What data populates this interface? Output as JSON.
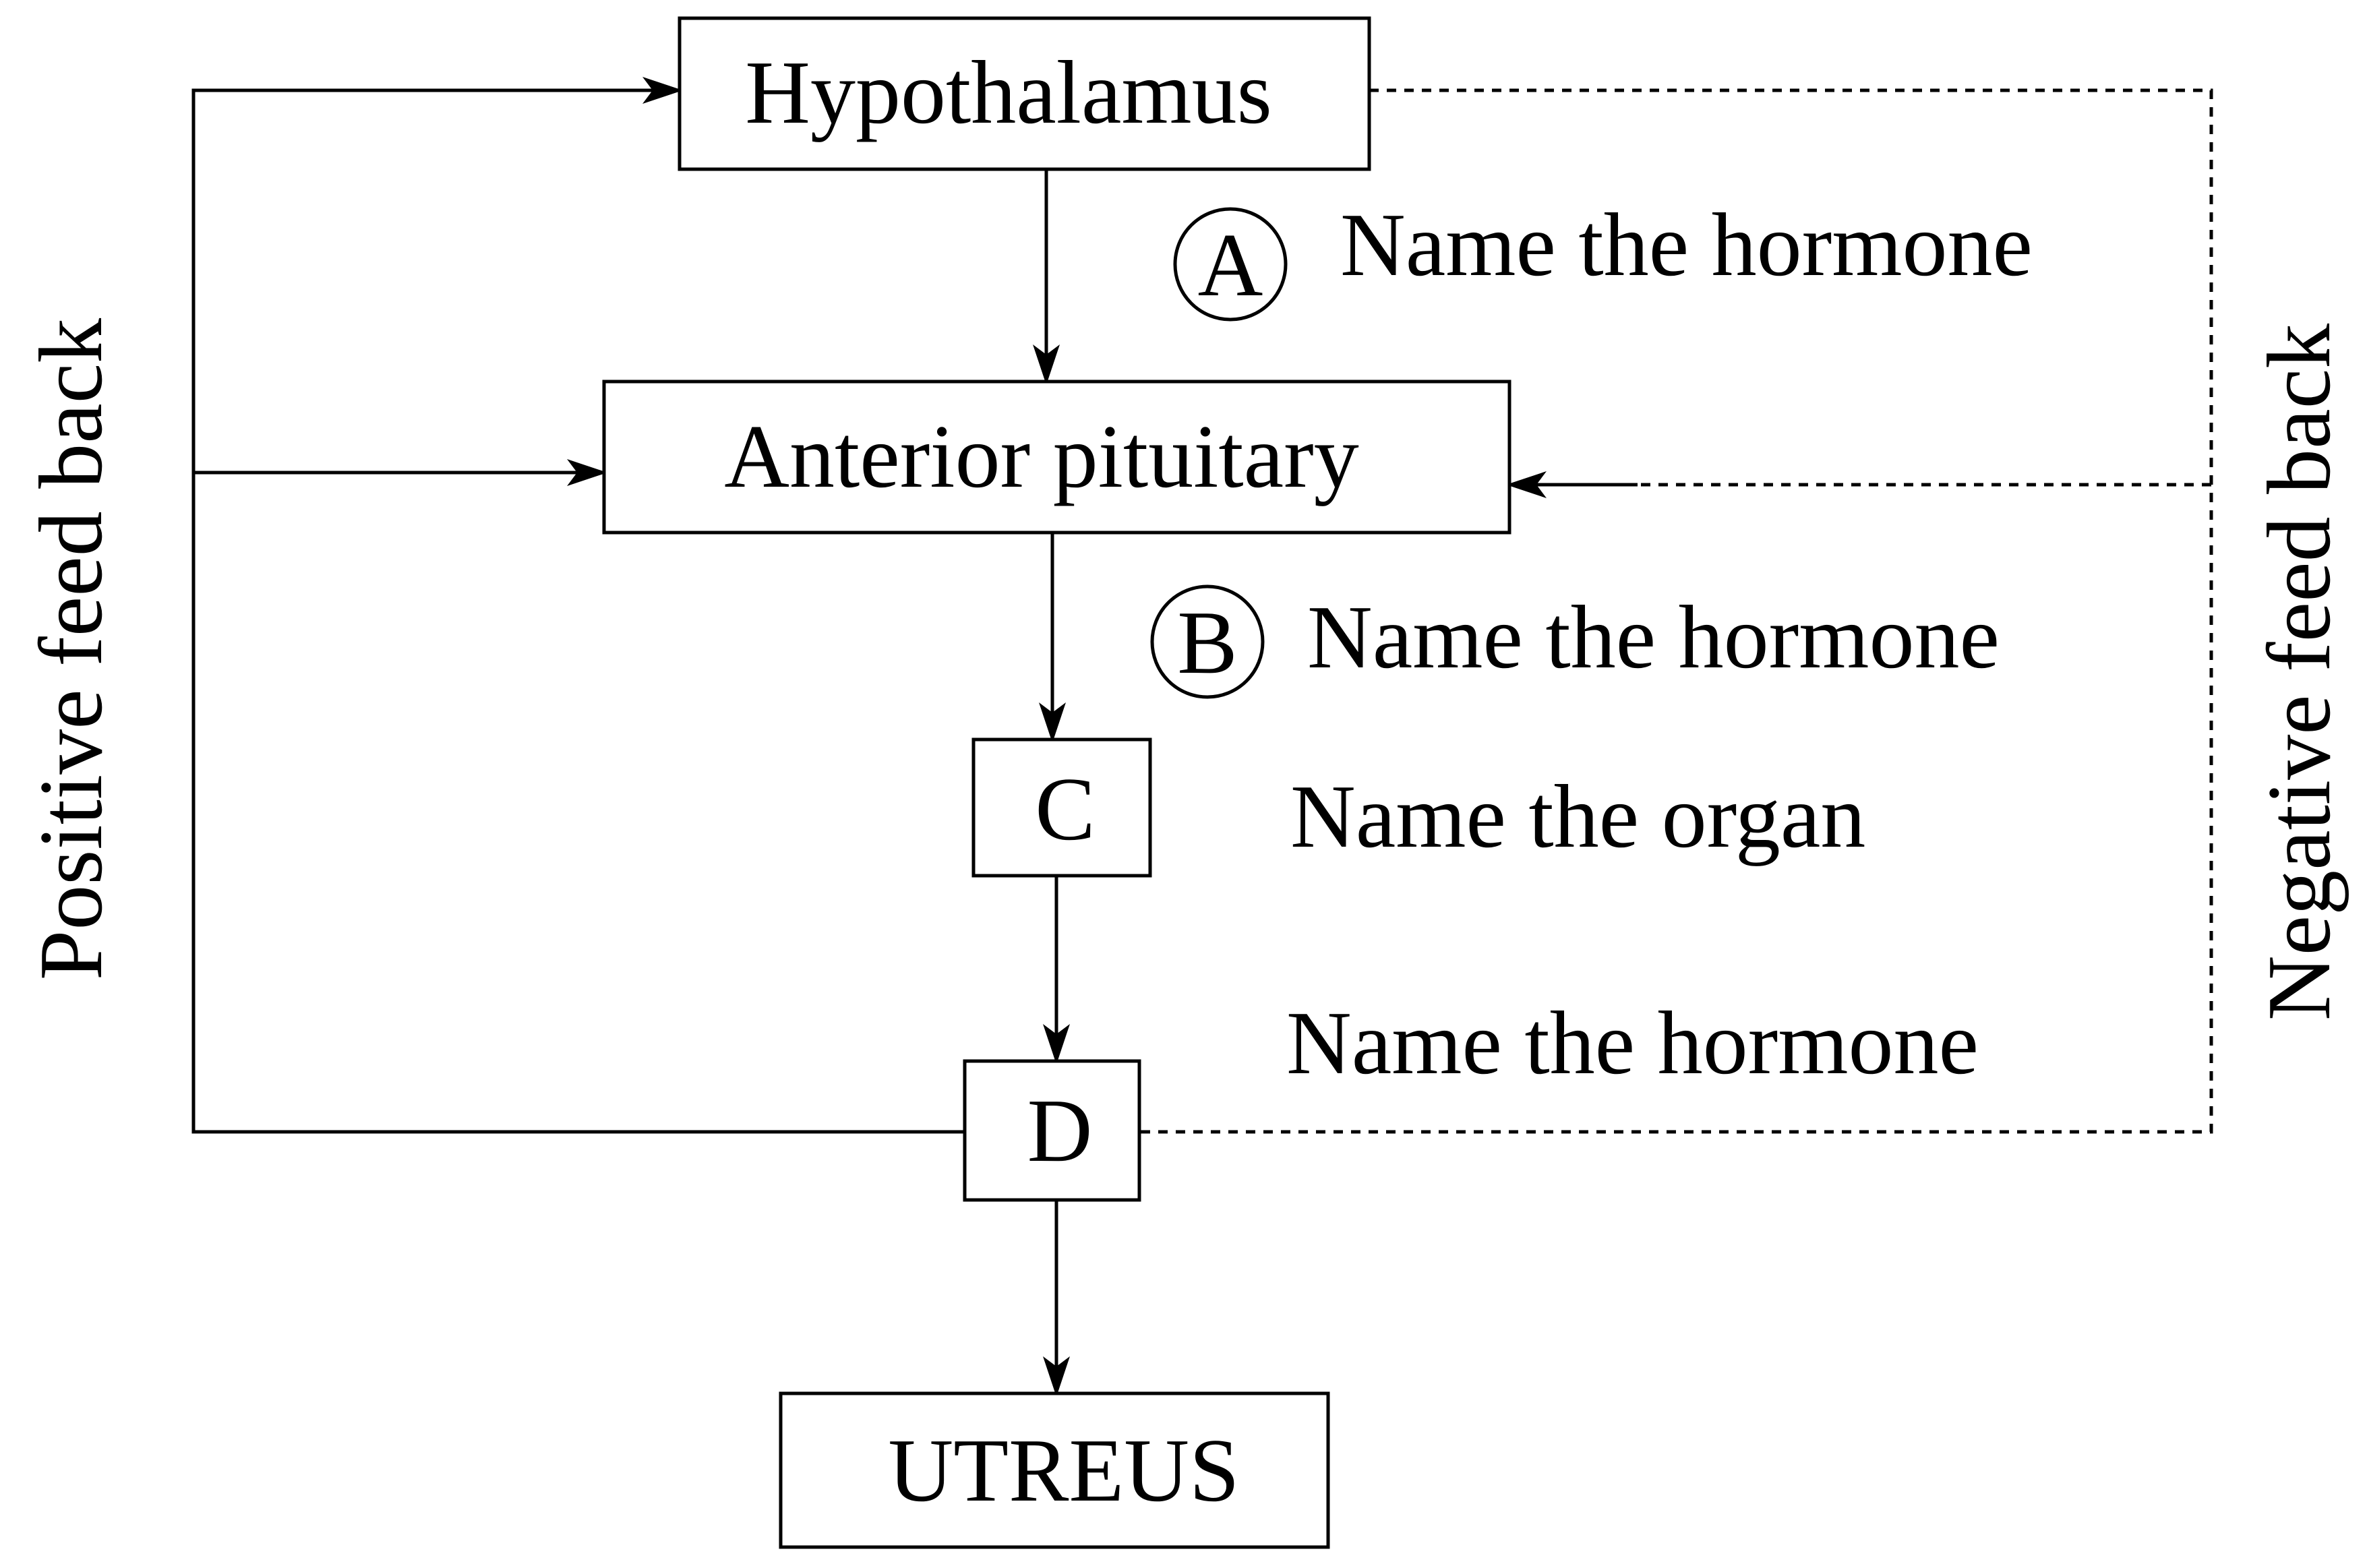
{
  "boxes": {
    "hypothalamus": "Hypothalamus",
    "anterior_pituitary": "Anterior pituitary",
    "c": "C",
    "d": "D",
    "uterus": "UTREUS"
  },
  "annotations": {
    "a_marker": "A",
    "a_text": "Name the hormone",
    "b_marker": "B",
    "b_text": "Name the hormone",
    "c_text": "Name the organ",
    "d_text": "Name the hormone"
  },
  "feedback": {
    "positive": "Positive feed back",
    "negative": "Negative feed back"
  }
}
